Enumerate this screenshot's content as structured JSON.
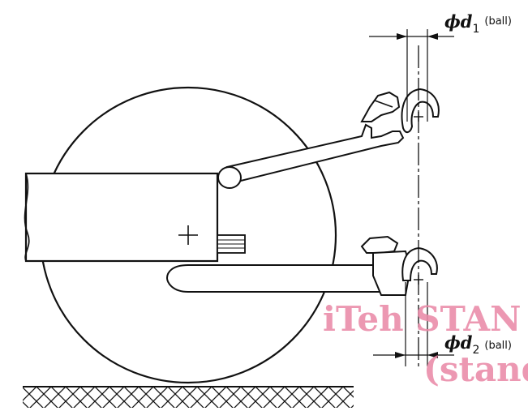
{
  "labels": {
    "d1": {
      "symbol": "ϕd",
      "sub": "1",
      "note": "(ball)"
    },
    "d2": {
      "symbol": "ϕd",
      "sub": "2",
      "note": "(ball)"
    }
  },
  "watermark": {
    "line1": "iTeh STAN",
    "line2": "(stand"
  },
  "colors": {
    "line": "#111111",
    "watermark": "#ea8aa8"
  }
}
